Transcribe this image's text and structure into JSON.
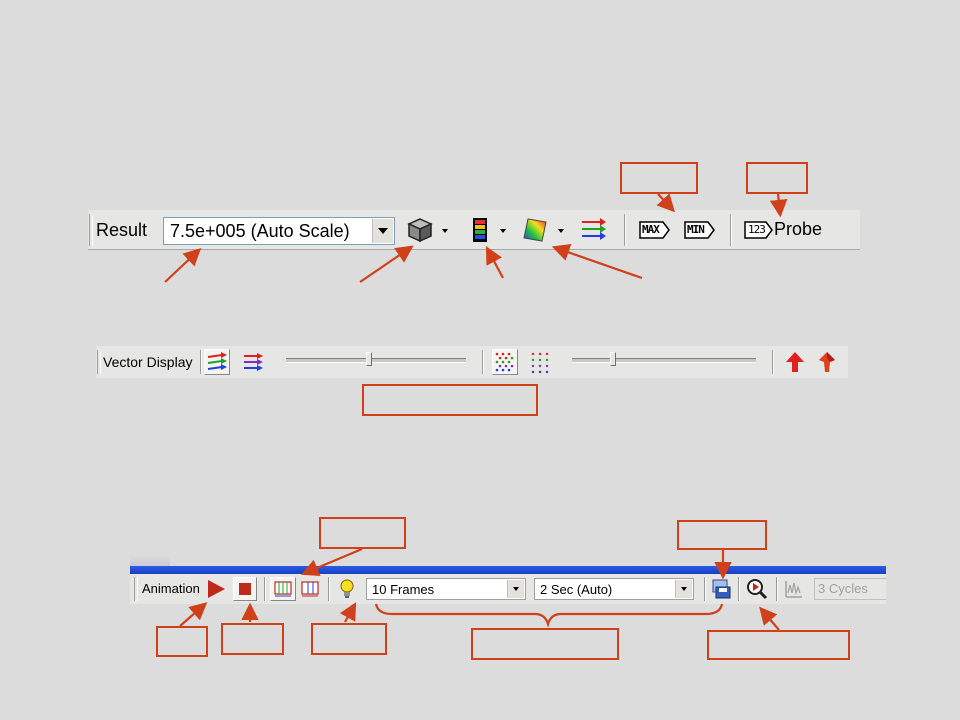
{
  "result_toolbar": {
    "label": "Result",
    "scale_value": "7.5e+005 (Auto Scale)",
    "icons": [
      "dropdown-arrow-icon",
      "cube-icon",
      "color-legend-icon",
      "contour-icon",
      "vector-arrows-icon",
      "max-icon",
      "min-icon",
      "probe-icon"
    ],
    "max_label": "MAX",
    "min_label": "MIN",
    "probe_badge": "123",
    "probe_label": "Probe"
  },
  "vector_toolbar": {
    "label": "Vector Display",
    "icons": [
      "vector-arrows-icon",
      "vector-lines-icon",
      "slider",
      "dense-dots-icon",
      "sparse-dots-icon",
      "slider",
      "red-arrow-up-icon",
      "solid-arrow-icon"
    ]
  },
  "animation_toolbar": {
    "label": "Animation",
    "frames_value": "10 Frames",
    "duration_value": "2 Sec (Auto)",
    "cycles_placeholder": "3 Cycles",
    "icons": [
      "play-icon",
      "stop-icon",
      "frames-forward-icon",
      "frames-back-icon",
      "lightbulb-icon",
      "save-animation-icon",
      "zoom-play-icon",
      "graph-icon"
    ]
  },
  "colors": {
    "background": "#dcdcdc",
    "toolbar": "#e6e6e4",
    "callout": "#d0411a",
    "window_title": "#1a4ed6"
  }
}
